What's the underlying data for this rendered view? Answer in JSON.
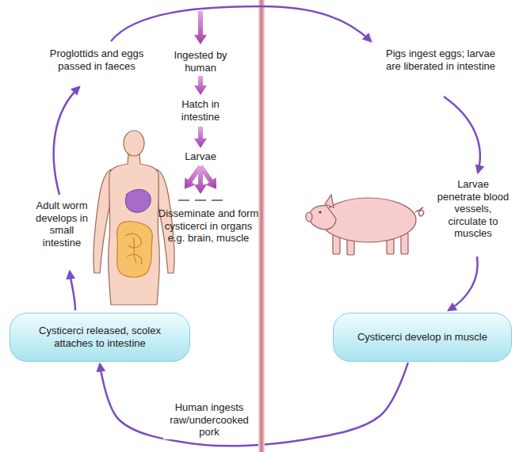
{
  "diagram": {
    "nodes": [
      {
        "text": [
          "Cysticerci released, scolex attaches to intestine"
        ]
      },
      {
        "text": [
          "Cysticerci develop in muscle"
        ]
      }
    ],
    "edges": [
      {
        "from": 1,
        "to": 0,
        "arrow": "to",
        "label": "Human ingests raw/undercooked pork"
      }
    ],
    "labels": [
      "Proglottids and eggs passed in faeces",
      "Ingested by human",
      "Hatch in intestine",
      "Larvae",
      "Disseminate and form cysticerci in organs e.g. brain, muscle",
      "Adult worm develops in small intestine",
      "Pigs ingest eggs; larvae are liberated in intestine",
      "Larvae penetrate blood vessels, circulate to muscles"
    ]
  }
}
